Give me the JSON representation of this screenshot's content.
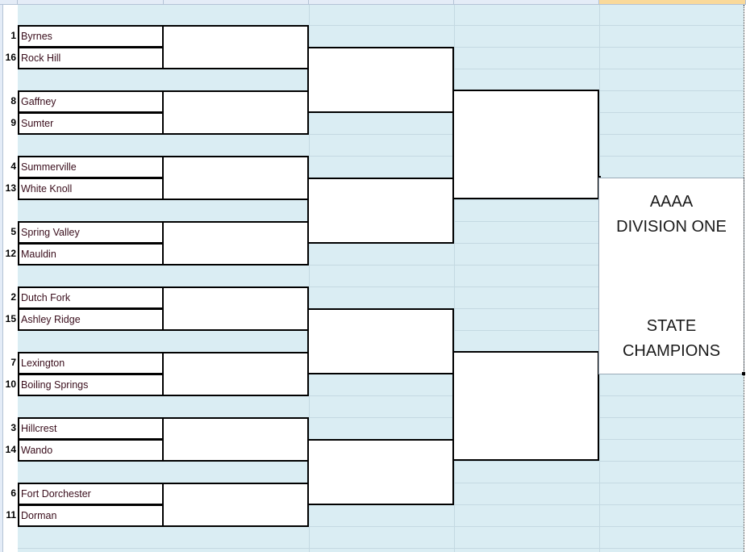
{
  "bracket": {
    "matchups": [
      [
        {
          "seed": "1",
          "team": "Byrnes"
        },
        {
          "seed": "16",
          "team": "Rock Hill"
        }
      ],
      [
        {
          "seed": "8",
          "team": "Gaffney"
        },
        {
          "seed": "9",
          "team": "Sumter"
        }
      ],
      [
        {
          "seed": "4",
          "team": "Summerville"
        },
        {
          "seed": "13",
          "team": "White Knoll"
        }
      ],
      [
        {
          "seed": "5",
          "team": "Spring Valley"
        },
        {
          "seed": "12",
          "team": "Mauldin"
        }
      ],
      [
        {
          "seed": "2",
          "team": "Dutch Fork"
        },
        {
          "seed": "15",
          "team": "Ashley Ridge"
        }
      ],
      [
        {
          "seed": "7",
          "team": "Lexington"
        },
        {
          "seed": "10",
          "team": "Boiling Springs"
        }
      ],
      [
        {
          "seed": "3",
          "team": "Hillcrest"
        },
        {
          "seed": "14",
          "team": "Wando"
        }
      ],
      [
        {
          "seed": "6",
          "team": "Fort Dorchester"
        },
        {
          "seed": "11",
          "team": "Dorman"
        }
      ]
    ]
  },
  "champion_box": {
    "title_line1": "AAAA",
    "title_line2": "DIVISION ONE",
    "subtitle_line1": "STATE",
    "subtitle_line2": "CHAMPIONS"
  },
  "colors": {
    "sheet_background": "#daedf3",
    "bracket_line": "#000000",
    "team_text": "#3a0e1c",
    "selected_header": "#f9d99a"
  }
}
